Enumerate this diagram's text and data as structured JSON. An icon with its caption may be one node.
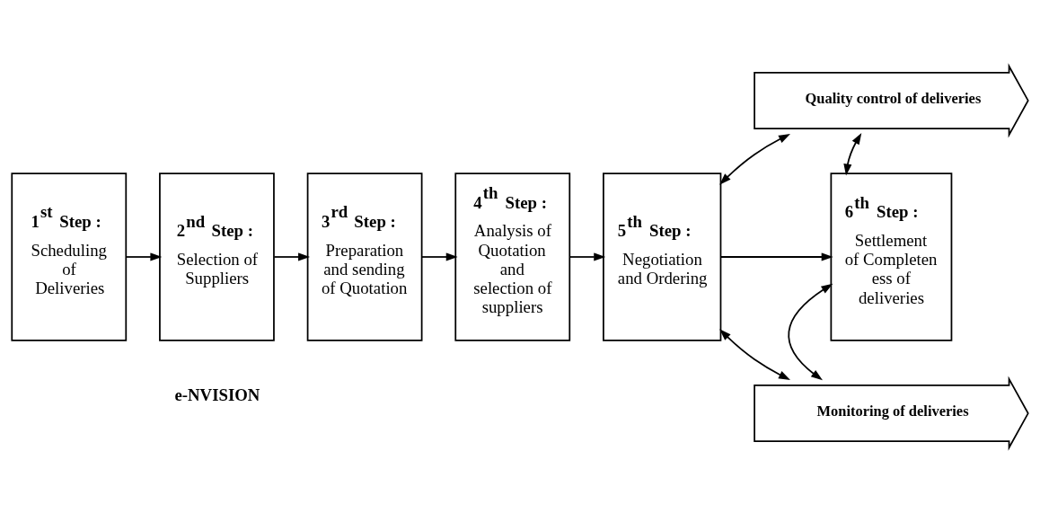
{
  "diagram": {
    "nodes": [
      {
        "text": [
          "1$^{st}$ Step :",
          "Scheduling of Deliveries"
        ]
      },
      {
        "text": [
          "2$^{nd}$ Step :",
          "Selection of Suppliers"
        ]
      },
      {
        "text": [
          "3$^{rd}$ Step :",
          "Preparation and sending of Quotation"
        ]
      },
      {
        "text": [
          "4$^{th}$ Step :",
          "Analysis of Quotation and selection of suppliers"
        ]
      },
      {
        "text": [
          "5$^{th}$ Step :",
          "Negotiation and Ordering"
        ]
      },
      {
        "text": [
          "6$^{th}$ Step :",
          "Settlement of Completen ess of deliveries"
        ]
      },
      {
        "text": [
          "Quality control of deliveries"
        ]
      },
      {
        "text": [
          "Monitoring of deliveries"
        ]
      }
    ],
    "edges": [
      {
        "from": 0,
        "to": 1,
        "arrow": "to"
      },
      {
        "from": 1,
        "to": 2,
        "arrow": "to"
      },
      {
        "from": 2,
        "to": 3,
        "arrow": "to"
      },
      {
        "from": 3,
        "to": 4,
        "arrow": "to"
      },
      {
        "from": 4,
        "to": 5,
        "arrow": "to"
      },
      {
        "from": 6,
        "to": 4,
        "arrow": "both"
      },
      {
        "from": 6,
        "to": 5,
        "arrow": "both"
      },
      {
        "from": 4,
        "to": 7,
        "arrow": "both"
      },
      {
        "from": 5,
        "to": 7,
        "arrow": "both"
      }
    ],
    "labels": [
      "e-NVISION"
    ]
  }
}
